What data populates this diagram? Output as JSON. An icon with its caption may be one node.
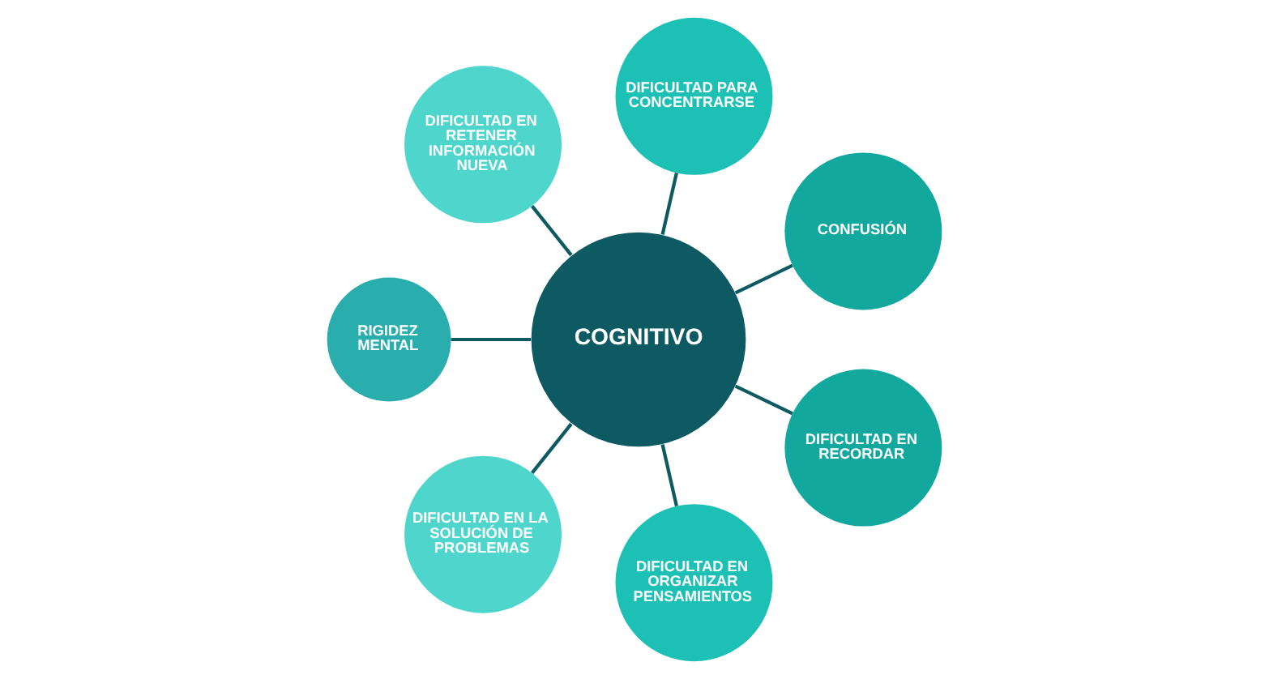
{
  "diagram": {
    "nodes": [
      {
        "text": [
          "COGNITIVO"
        ]
      },
      {
        "text": [
          "CONFUSIÓN"
        ]
      },
      {
        "text": [
          "DIFICULTAD PARA CONCENTRARSE"
        ]
      },
      {
        "text": [
          "DIFICULTAD EN RETENER INFORMACIÓN NUEVA"
        ]
      },
      {
        "text": [
          "RIGIDEZ MENTAL"
        ]
      },
      {
        "text": [
          "DIFICULTAD EN LA SOLUCIÓN DE PROBLEMAS"
        ]
      },
      {
        "text": [
          "DIFICULTAD EN ORGANIZAR PENSAMIENTOS"
        ]
      },
      {
        "text": [
          "DIFICULTAD EN RECORDAR"
        ]
      }
    ],
    "edges": [
      {
        "from": 0,
        "to": 1,
        "arrow": "none"
      },
      {
        "from": 0,
        "to": 2,
        "arrow": "none"
      },
      {
        "from": 0,
        "to": 3,
        "arrow": "none"
      },
      {
        "from": 0,
        "to": 4,
        "arrow": "none"
      },
      {
        "from": 0,
        "to": 5,
        "arrow": "none"
      },
      {
        "from": 0,
        "to": 6,
        "arrow": "none"
      },
      {
        "from": 0,
        "to": 7,
        "arrow": "none"
      }
    ]
  }
}
